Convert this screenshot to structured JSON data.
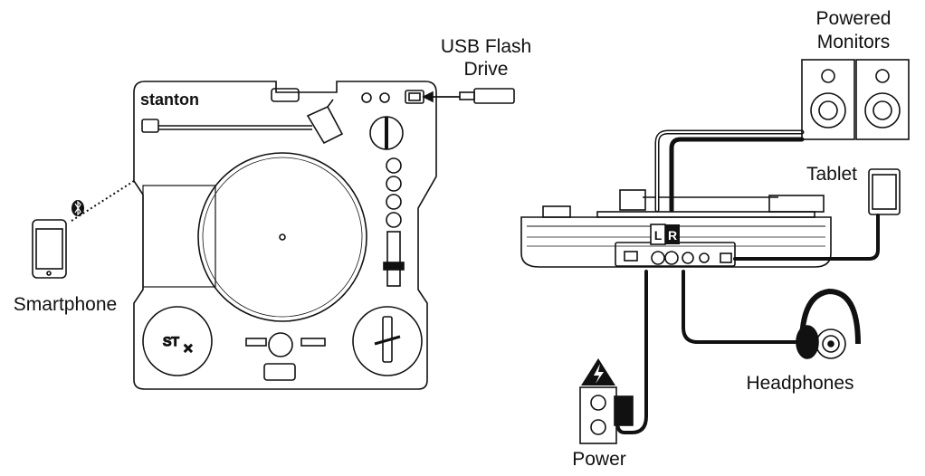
{
  "labels": {
    "usb_line1": "USB Flash",
    "usb_line2": "Drive",
    "monitors_line1": "Powered",
    "monitors_line2": "Monitors",
    "tablet": "Tablet",
    "smartphone": "Smartphone",
    "headphones": "Headphones",
    "power": "Power"
  },
  "device": {
    "brand": "stanton",
    "channel_left": "L",
    "channel_right": "R"
  },
  "colors": {
    "line": "#111111",
    "background": "#ffffff"
  }
}
